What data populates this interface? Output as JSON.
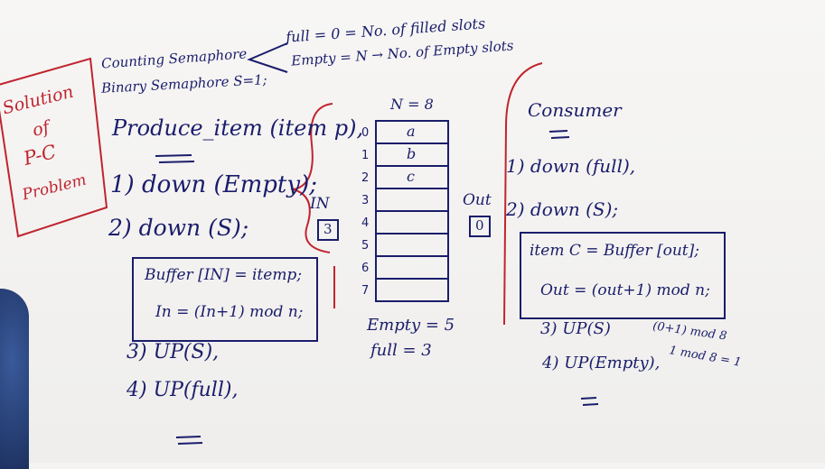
{
  "board": {
    "title_box": {
      "lines": [
        "Solution",
        "of",
        "P-C",
        "Problem"
      ]
    },
    "semaphores": {
      "counting": "Counting Semaphore",
      "full_def": "full = 0 = No. of filled slots",
      "empty_def": "Empty = N → No. of Empty slots",
      "binary": "Binary Semaphore S=1;"
    },
    "producer": {
      "header": "Produce_item (item p),",
      "step1": "1) down (Empty);",
      "step2": "2) down (S);",
      "critical": [
        "Buffer [IN] = itemp;",
        "In = (In+1) mod n;"
      ],
      "step3": "3) UP(S),",
      "step4": "4) UP(full),"
    },
    "buffer": {
      "size_label": "N = 8",
      "indices": [
        "0",
        "1",
        "2",
        "3",
        "4",
        "5",
        "6",
        "7"
      ],
      "cells": [
        "a",
        "b",
        "c",
        "",
        "",
        "",
        "",
        ""
      ],
      "in_label": "IN",
      "in_value": "3",
      "out_label": "Out",
      "out_value": "0",
      "empty_count": "Empty = 5",
      "full_count": "full = 3"
    },
    "consumer": {
      "header": "Consumer",
      "step1": "1) down (full),",
      "step2": "2) down (S);",
      "critical": [
        "item C = Buffer [out];",
        "Out = (out+1) mod n;"
      ],
      "step3": "3) UP(S)",
      "step4": "4) UP(Empty),",
      "note1": "(0+1) mod 8",
      "note2": "1 mod 8 = 1"
    }
  },
  "colors": {
    "ink": "#1a1d6b",
    "red": "#c0242f",
    "board": "#f4f3f1"
  }
}
